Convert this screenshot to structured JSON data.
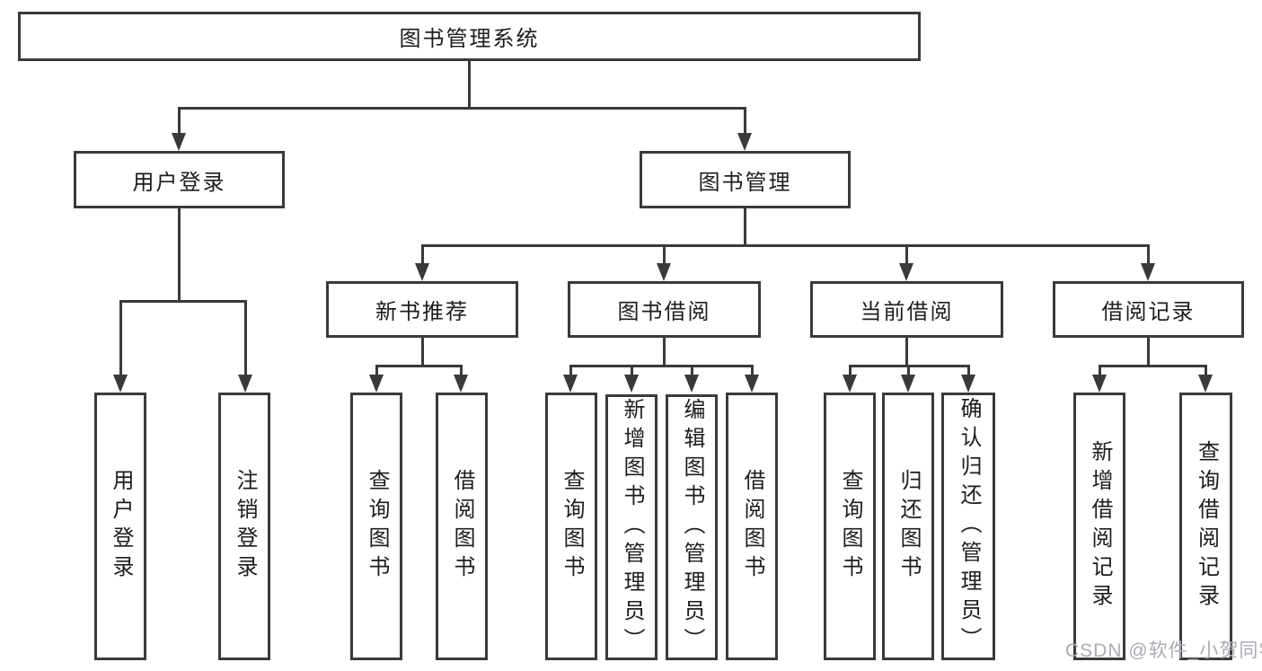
{
  "page": {
    "background": "#ffffff",
    "line_color": "#3a3a3a",
    "text_color": "#1d1d1f"
  },
  "tree": {
    "root": {
      "label": "图书管理系统"
    },
    "children": [
      {
        "label": "用户登录",
        "children": [
          {
            "label": "用户登录"
          },
          {
            "label": "注销登录"
          }
        ]
      },
      {
        "label": "图书管理",
        "children": [
          {
            "label": "新书推荐",
            "children": [
              {
                "label": "查询图书"
              },
              {
                "label": "借阅图书"
              }
            ]
          },
          {
            "label": "图书借阅",
            "children": [
              {
                "label": "查询图书"
              },
              {
                "label": "新增图书（管理员）"
              },
              {
                "label": "编辑图书（管理员）"
              },
              {
                "label": "借阅图书"
              }
            ]
          },
          {
            "label": "当前借阅",
            "children": [
              {
                "label": "查询图书"
              },
              {
                "label": "归还图书"
              },
              {
                "label": "确认归还（管理员）"
              }
            ]
          },
          {
            "label": "借阅记录",
            "children": [
              {
                "label": "新增借阅记录"
              },
              {
                "label": "查询借阅记录"
              }
            ]
          }
        ]
      }
    ]
  },
  "watermark": {
    "text": "CSDN @软件_小贺同学"
  }
}
